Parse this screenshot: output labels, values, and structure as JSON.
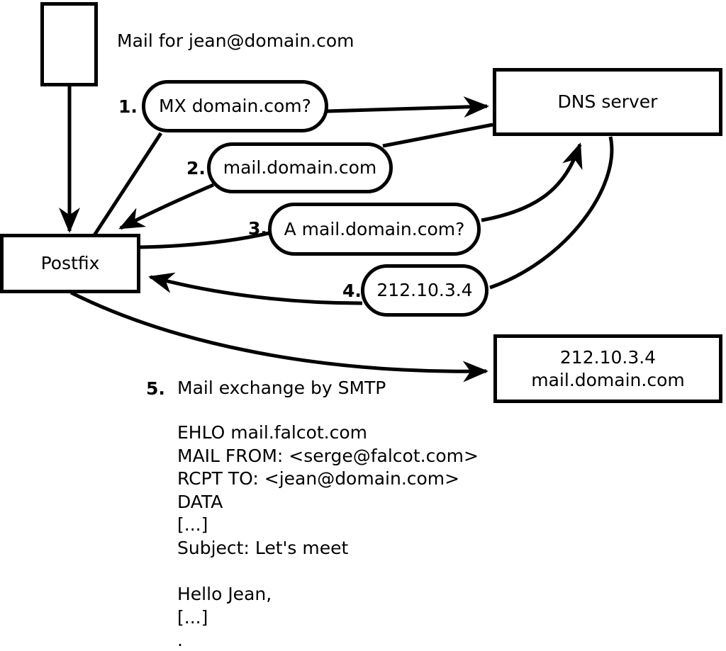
{
  "labels": {
    "mail_for": "Mail for jean@domain.com"
  },
  "nodes": {
    "postfix": "Postfix",
    "dns_server": "DNS server",
    "mail_server_ip": "212.10.3.4",
    "mail_server_host": "mail.domain.com"
  },
  "steps": [
    {
      "num": "1.",
      "label": "MX domain.com?"
    },
    {
      "num": "2.",
      "label": "mail.domain.com"
    },
    {
      "num": "3.",
      "label": "A mail.domain.com?"
    },
    {
      "num": "4.",
      "label": "212.10.3.4"
    },
    {
      "num": "5.",
      "label": "Mail exchange by SMTP"
    }
  ],
  "smtp": {
    "lines": [
      "EHLO mail.falcot.com",
      "MAIL FROM: <serge@falcot.com>",
      "RCPT TO: <jean@domain.com>",
      "DATA",
      "[...]",
      "Subject: Let's meet",
      "",
      "Hello Jean,",
      "[...]",
      "."
    ]
  },
  "colors": {
    "stroke": "#000000",
    "background": "#ffffff"
  }
}
